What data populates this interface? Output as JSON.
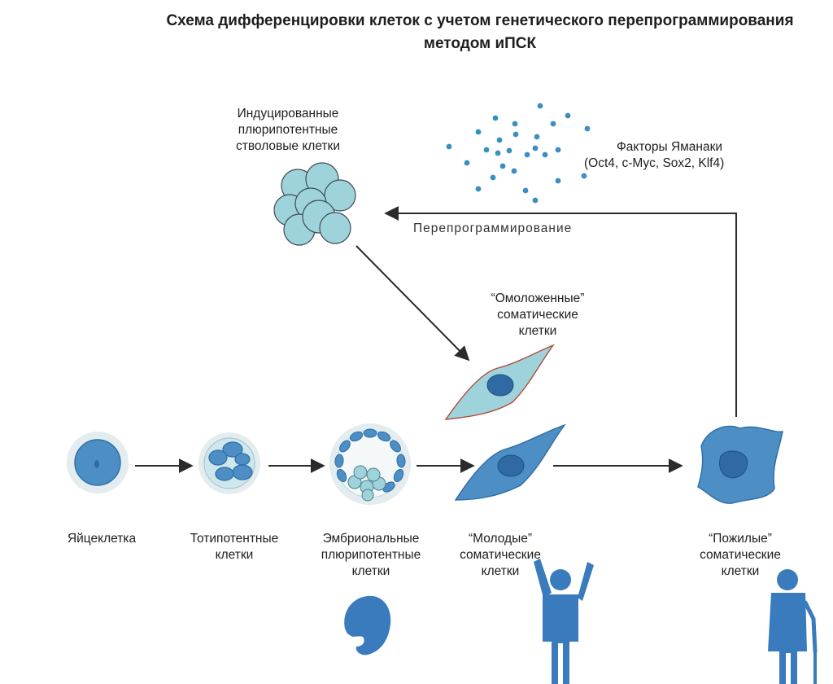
{
  "title": {
    "line1": "Схема дифференцировки клеток с учетом генетического перепрограммирования",
    "line2": "методом иПСК"
  },
  "labels": {
    "ipsc": [
      "Индуцированные",
      "плюрипотентные",
      "стволовые клетки"
    ],
    "yamanaka": [
      "Факторы Яманаки",
      "(Oct4, c-Myc, Sox2, Klf4)"
    ],
    "reprogramming": "Перепрограммирование",
    "rejuvenated": [
      "“Омоложенные”",
      "соматические",
      "клетки"
    ],
    "egg": [
      "Яйцеклетка"
    ],
    "totipotent": [
      "Тотипотентные",
      "клетки"
    ],
    "embryonic": [
      "Эмбриональные",
      "плюрипотентные",
      "клетки"
    ],
    "young": [
      "“Молодые”",
      "соматические",
      "клетки"
    ],
    "elderly": [
      "“Пожилые”",
      "соматические",
      "клетки"
    ]
  },
  "colors": {
    "arrow": "#2b2b2b",
    "cell_blue": "#4d8fc4",
    "cell_stroke": "#2d6da6",
    "nucleus": "#2f6aa3",
    "teal": "#9fd3dc",
    "halo": "#e3ecee",
    "dots": "#3a8fc2",
    "figure": "#3a7bbd"
  }
}
